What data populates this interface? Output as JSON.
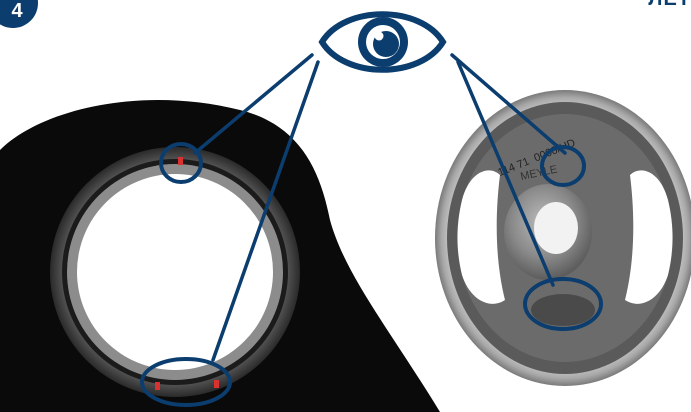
{
  "step": {
    "number": "4",
    "badge_color": "#0b3d6e"
  },
  "header": {
    "corner_text": "ЛЕТ"
  },
  "illustration": {
    "accent_color": "#0b3d6e",
    "icon": "eye-icon",
    "right_part": {
      "part_code": "114 71  0000/HD",
      "brand": "MEYLE"
    }
  }
}
